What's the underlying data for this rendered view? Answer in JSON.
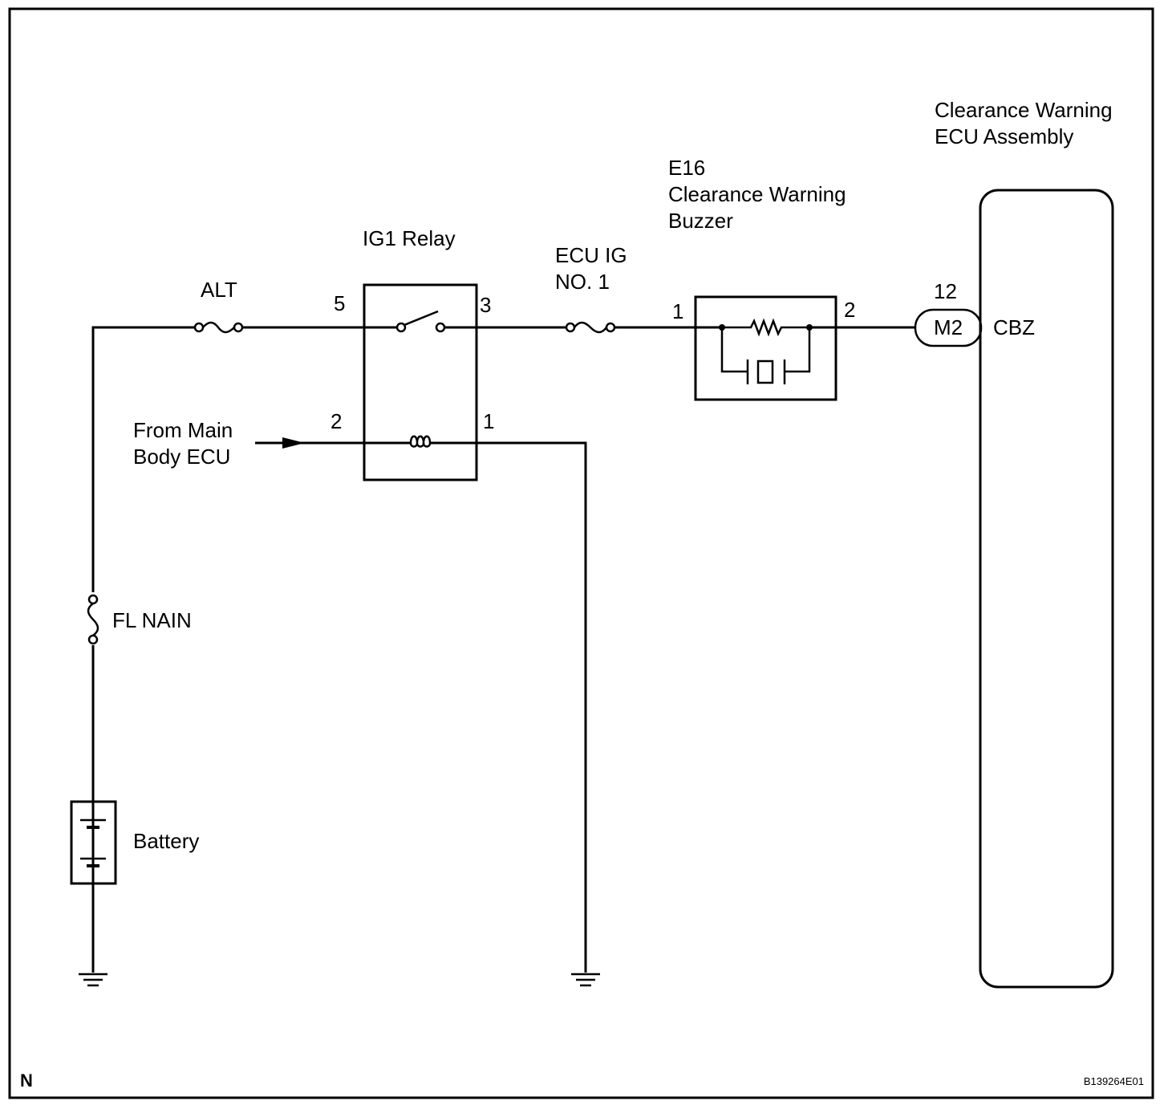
{
  "components": {
    "alt_fuse": "ALT",
    "ig1_relay": "IG1 Relay",
    "ecu_ig_fuse": [
      "ECU IG",
      "NO. 1"
    ],
    "buzzer": [
      "E16",
      "Clearance Warning",
      "Buzzer"
    ],
    "ecu_assembly": [
      "Clearance Warning",
      "ECU Assembly"
    ],
    "from_main": [
      "From Main",
      "Body ECU"
    ],
    "fl_main_fuse": "FL NAIN",
    "battery": "Battery"
  },
  "pins": {
    "relay_5": "5",
    "relay_3": "3",
    "relay_2": "2",
    "relay_1": "1",
    "buzzer_1": "1",
    "buzzer_2": "2",
    "ecu_pin": "12",
    "connector": "M2",
    "ecu_terminal": "CBZ"
  },
  "footer": {
    "corner": "N",
    "code": "B139264E01"
  }
}
